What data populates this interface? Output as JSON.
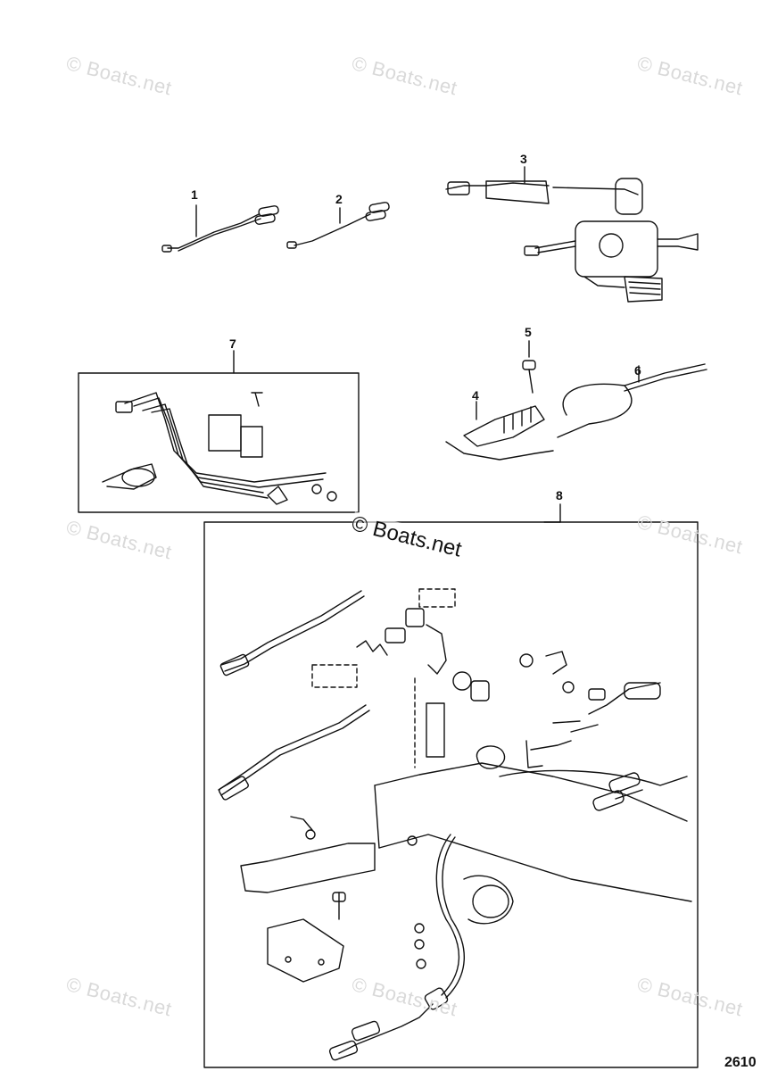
{
  "watermark": "© Boats.net",
  "callouts": [
    "1",
    "2",
    "3",
    "4",
    "5",
    "6",
    "7",
    "8"
  ],
  "page_code": "2610",
  "colors": {
    "line": "#111111",
    "watermark": "#d9d9d9",
    "background": "#ffffff"
  }
}
